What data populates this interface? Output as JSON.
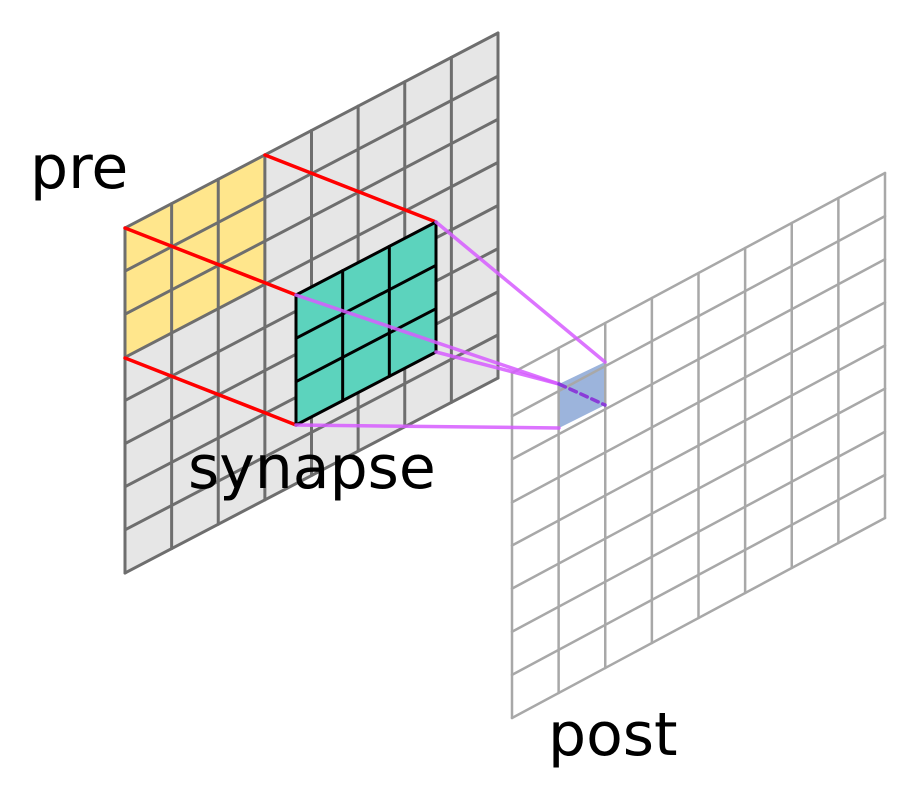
{
  "labels": {
    "pre": "pre",
    "synapse": "synapse",
    "post": "post"
  },
  "layers": {
    "pre": {
      "rows": 8,
      "cols": 8
    },
    "post": {
      "rows": 8,
      "cols": 8
    },
    "input_patch": {
      "rows": 3,
      "cols": 3
    },
    "kernel": {
      "rows": 3,
      "cols": 3
    }
  },
  "colors": {
    "pre_fill": "#e6e6e6",
    "pre_grid": "#6e6e6e",
    "post_grid": "#a8a8a8",
    "input_patch_fill": "#ffe68c",
    "kernel_fill": "#5cd3bd",
    "kernel_grid": "#000000",
    "receptive_field": "#ff0000",
    "projection": "#d65cff",
    "output_cell_fill": "#9cb4dc",
    "output_cell_dash": "#8a3cd8"
  }
}
